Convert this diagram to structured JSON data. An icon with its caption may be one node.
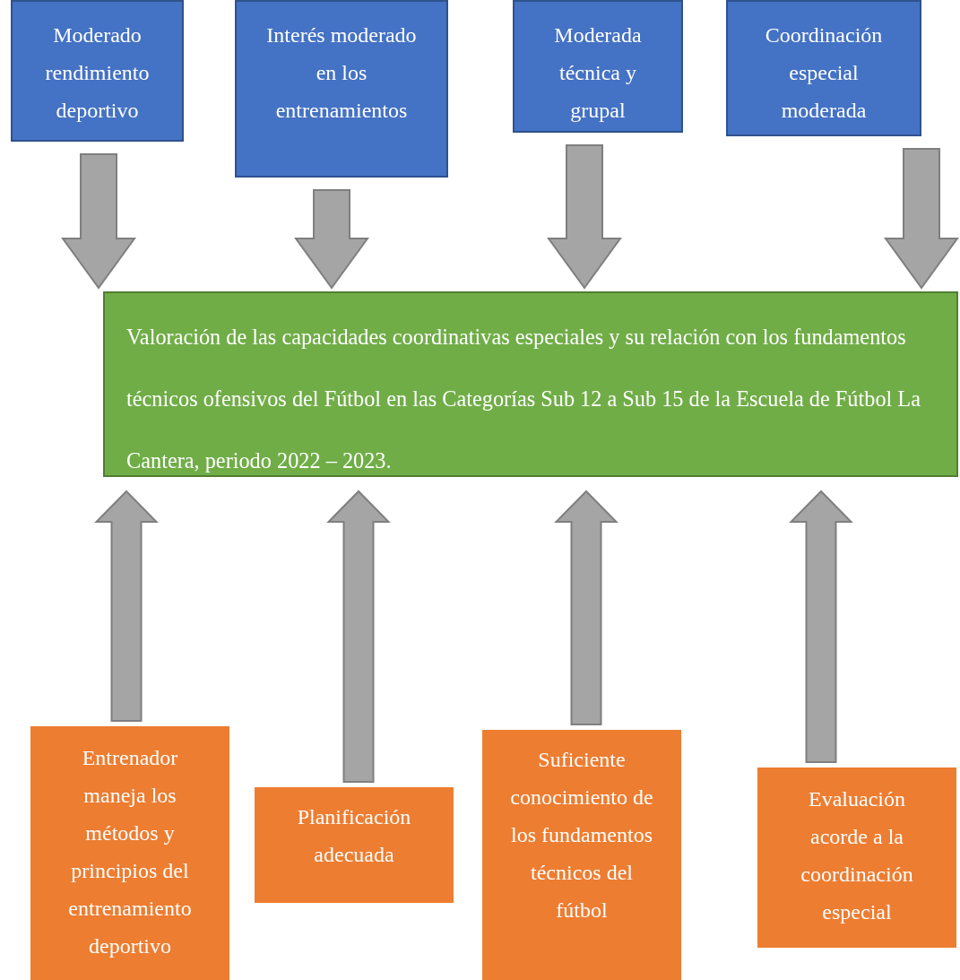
{
  "diagram": {
    "nodes": [
      {
        "text": [
          "Moderado rendimiento deportivo"
        ]
      },
      {
        "text": [
          "Interés moderado en los entrenamientos"
        ]
      },
      {
        "text": [
          "Moderada técnica y grupal"
        ]
      },
      {
        "text": [
          "Coordinación especial moderada"
        ]
      },
      {
        "text": [
          "Valoración de las capacidades coordinativas especiales y su relación con los fundamentos técnicos ofensivos del Fútbol en las Categorías Sub 12 a Sub 15 de la Escuela de Fútbol La Cantera, periodo 2022 – 2023."
        ]
      },
      {
        "text": [
          "Entrenador maneja los métodos y principios del entrenamiento deportivo"
        ]
      },
      {
        "text": [
          "Planificación adecuada"
        ]
      },
      {
        "text": [
          "Suficiente conocimiento de los fundamentos técnicos del fútbol"
        ]
      },
      {
        "text": [
          "Evaluación acorde a la coordinación especial"
        ]
      }
    ],
    "edges": [
      {
        "from": 0,
        "to": 4,
        "arrow": "to"
      },
      {
        "from": 1,
        "to": 4,
        "arrow": "to"
      },
      {
        "from": 2,
        "to": 4,
        "arrow": "to"
      },
      {
        "from": 3,
        "to": 4,
        "arrow": "to"
      },
      {
        "from": 5,
        "to": 4,
        "arrow": "to"
      },
      {
        "from": 6,
        "to": 4,
        "arrow": "to"
      },
      {
        "from": 7,
        "to": 4,
        "arrow": "to"
      },
      {
        "from": 8,
        "to": 4,
        "arrow": "to"
      }
    ]
  }
}
